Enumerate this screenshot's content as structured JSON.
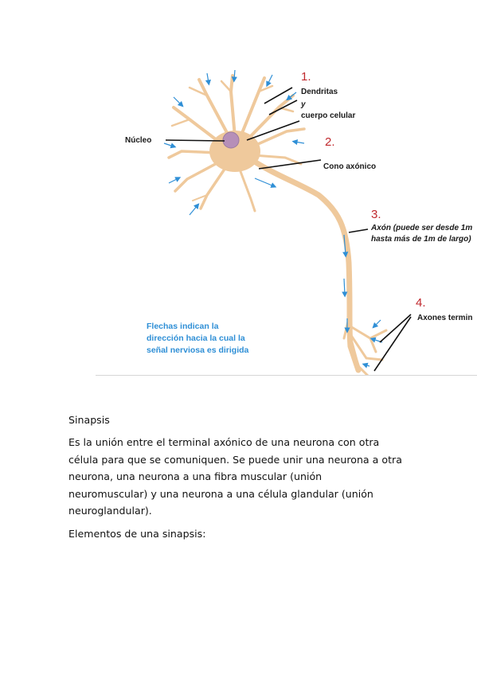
{
  "figure": {
    "labels": {
      "nucleo": "Núcleo",
      "dendritas_1": "Dendritas",
      "dendritas_2": "y",
      "dendritas_3": "cuerpo celular",
      "cono": "Cono axónico",
      "axon_1": "Axón (puede ser desde 1m",
      "axon_2": "hasta más de 1m de largo)",
      "axones": "Axones termin"
    },
    "numbers": [
      "1.",
      "2.",
      "3.",
      "4."
    ],
    "note_lines": [
      "Flechas indican la",
      "dirección hacia la cual la",
      "señal nerviosa es dirigida"
    ],
    "colors": {
      "neuron": "#efc99c",
      "nucleus": "#b68fb8",
      "arrows": "#2f8fd6",
      "numbers": "#c0282d"
    }
  },
  "body": {
    "title": "Sinapsis",
    "paragraph": "Es la unión entre el terminal axónico de una neurona con otra célula para que se comuniquen. Se puede unir una neurona a otra neurona, una neurona a una fibra muscular (unión neuromuscular) y una neurona a una célula glandular (unión neuroglandular).",
    "elements_heading": "Elementos de una sinapsis:"
  }
}
